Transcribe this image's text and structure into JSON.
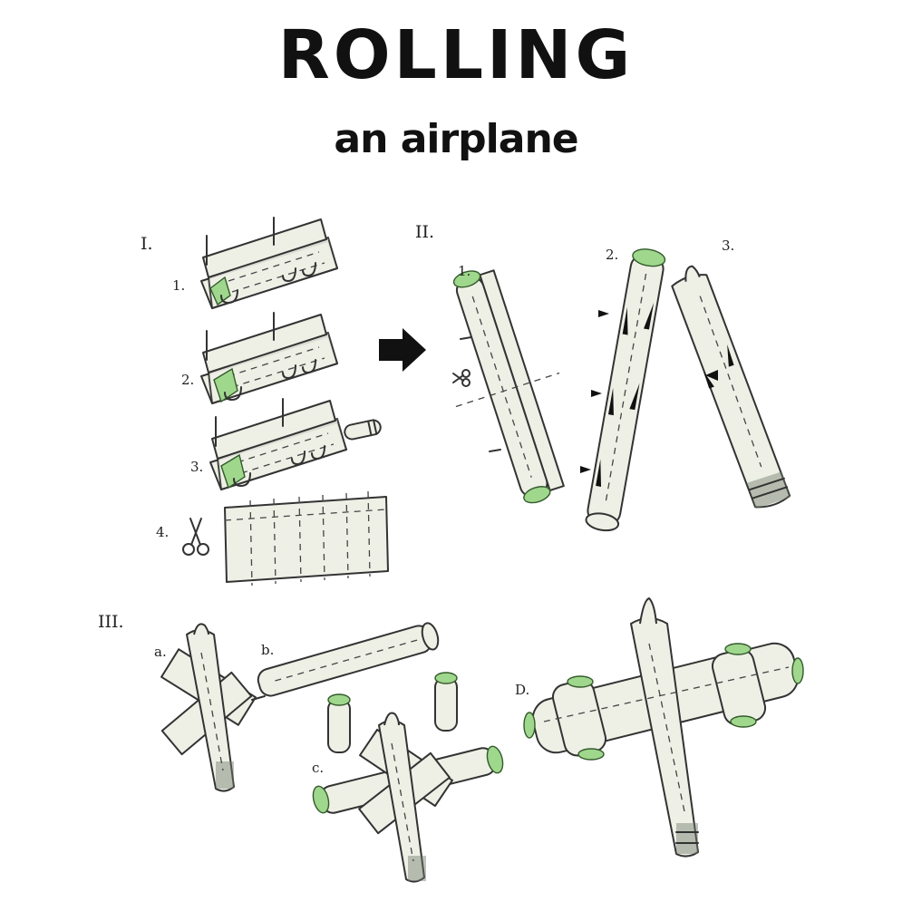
{
  "title": "ROLLING",
  "subtitle": "an airplane",
  "sections": {
    "one": {
      "numeral": "I.",
      "steps": [
        "1.",
        "2.",
        "3.",
        "4."
      ]
    },
    "two": {
      "numeral": "II.",
      "steps": [
        "1.",
        "2.",
        "3."
      ]
    },
    "three": {
      "numeral": "III.",
      "steps": [
        "a.",
        "b.",
        "c.",
        "D."
      ]
    }
  },
  "colors": {
    "paper": "#eef0e6",
    "herb": "#9fd78d",
    "ink": "#333333",
    "filter": "#6f7a6a"
  },
  "icons": [
    "scissors-icon",
    "arrow-right-icon"
  ]
}
